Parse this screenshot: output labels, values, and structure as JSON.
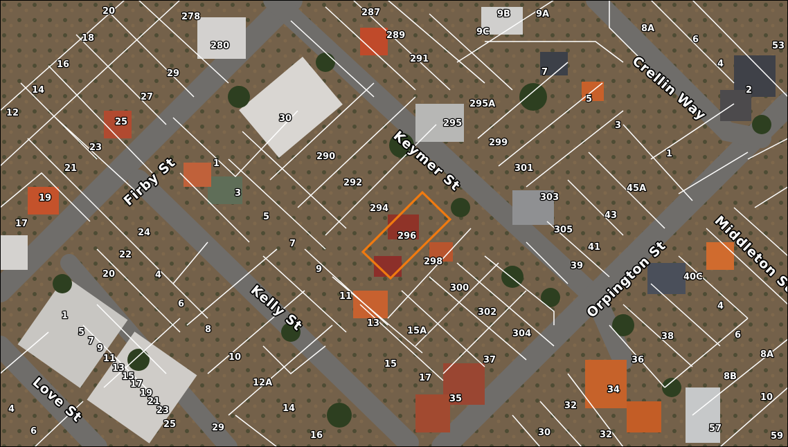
{
  "map": {
    "highlight_color": "#f07a10",
    "boundary_color": "#ffffff",
    "streets": {
      "firby": "Firby St",
      "keymer": "Keymer St",
      "crellin": "Crellin Way",
      "kelly": "Kelly St",
      "orpington": "Orpington St",
      "middleton": "Middleton St",
      "love": "Love St"
    },
    "lots": [
      "20",
      "278",
      "280",
      "287",
      "289",
      "9C",
      "9B",
      "9A",
      "8A",
      "6",
      "53",
      "18",
      "16",
      "29",
      "291",
      "7",
      "4",
      "2",
      "14",
      "27",
      "295A",
      "5",
      "12",
      "25",
      "30",
      "295",
      "299",
      "3",
      "23",
      "290",
      "1",
      "301",
      "45A",
      "21",
      "292",
      "1",
      "3",
      "303",
      "19",
      "294",
      "43",
      "17",
      "5",
      "296",
      "305",
      "41",
      "24",
      "7",
      "298",
      "39",
      "22",
      "9",
      "40C",
      "20",
      "4",
      "6",
      "11",
      "300",
      "4",
      "1",
      "302",
      "8",
      "5",
      "7",
      "13",
      "15A",
      "304",
      "6",
      "9",
      "11",
      "10",
      "15",
      "37",
      "36",
      "38",
      "8A",
      "13",
      "15",
      "17",
      "12A",
      "17",
      "34",
      "8B",
      "19",
      "21",
      "4",
      "23",
      "14",
      "35",
      "32",
      "10",
      "25",
      "29",
      "16",
      "30",
      "32",
      "57",
      "6",
      "59"
    ]
  }
}
